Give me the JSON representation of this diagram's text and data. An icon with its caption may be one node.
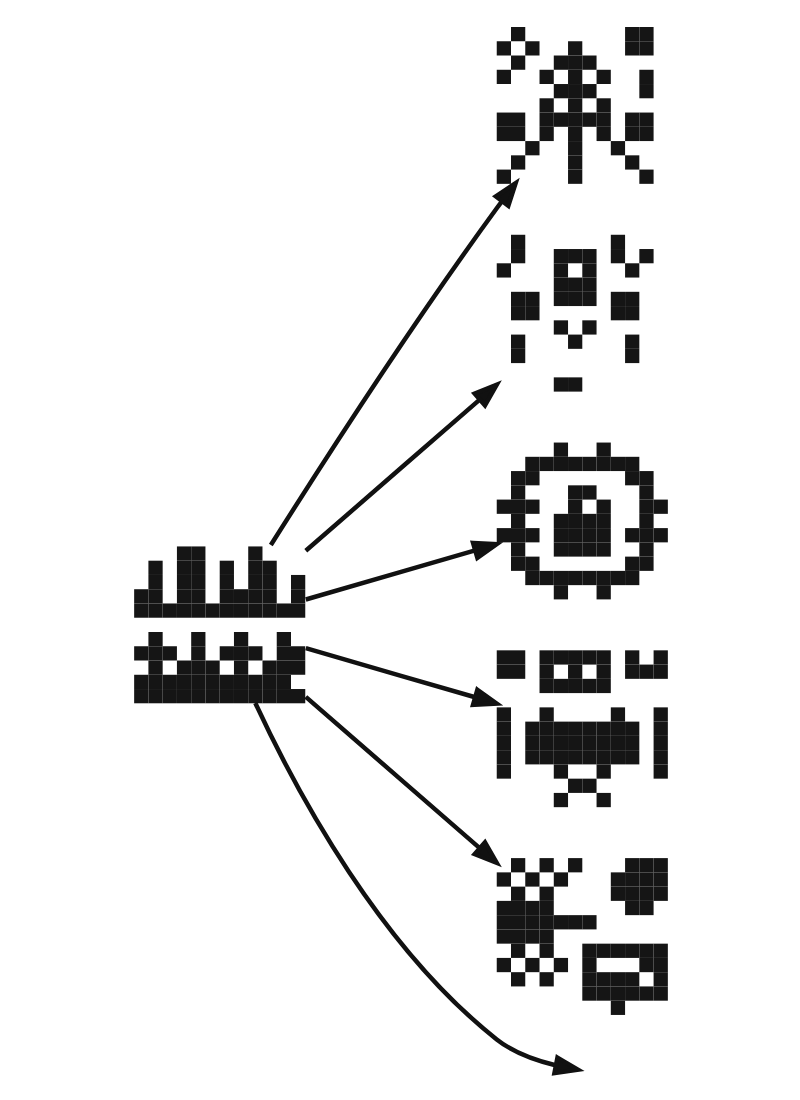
{
  "diagram": {
    "nodes": [
      {
        "text": [],
        "shape": "picture"
      },
      {
        "text": [],
        "shape": "picture"
      },
      {
        "text": [],
        "shape": "picture"
      },
      {
        "text": [],
        "shape": "picture"
      },
      {
        "text": [],
        "shape": "picture"
      },
      {
        "text": [],
        "shape": "picture"
      }
    ],
    "edges": [
      {
        "from": 0,
        "to": 1,
        "arrow": "to"
      },
      {
        "from": 0,
        "to": 2,
        "arrow": "to"
      },
      {
        "from": 0,
        "to": 3,
        "arrow": "to"
      },
      {
        "from": 0,
        "to": 4,
        "arrow": "to"
      },
      {
        "from": 0,
        "to": 5,
        "arrow": "to"
      },
      {
        "from": 0,
        "to": null,
        "arrow": "to"
      }
    ]
  }
}
